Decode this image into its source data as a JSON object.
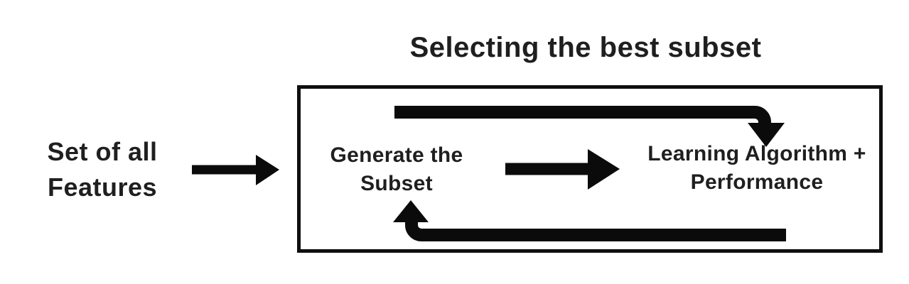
{
  "title": "Selecting the best subset",
  "colors": {
    "background": "#ffffff",
    "text": "#1f1f1f",
    "shape": "#0b0b0b",
    "box_border": "#0f0f0f"
  },
  "input_label": {
    "line1": "Set of all",
    "line2": "Features"
  },
  "process_box": {
    "generate_label": {
      "line1": "Generate the",
      "line2": "Subset"
    },
    "evaluate_label": {
      "line1": "Learning Algorithm +",
      "line2": "Performance"
    }
  },
  "icons": {
    "input_arrow": "right-arrow",
    "forward_arrow": "right-arrow",
    "feedback_top_arrow": "elbow-right-then-down-arrow",
    "feedback_bottom_arrow": "elbow-left-then-up-arrow"
  }
}
